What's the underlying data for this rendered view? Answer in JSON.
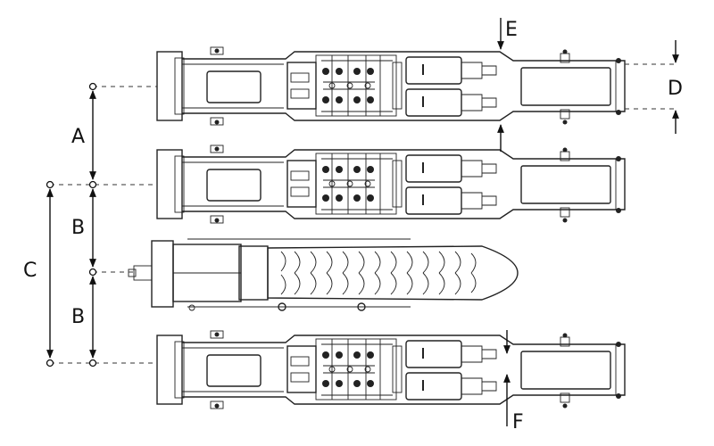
{
  "labels": {
    "A": "A",
    "B_upper": "B",
    "B_lower": "B",
    "C": "C",
    "D": "D",
    "E": "E",
    "F": "F"
  }
}
